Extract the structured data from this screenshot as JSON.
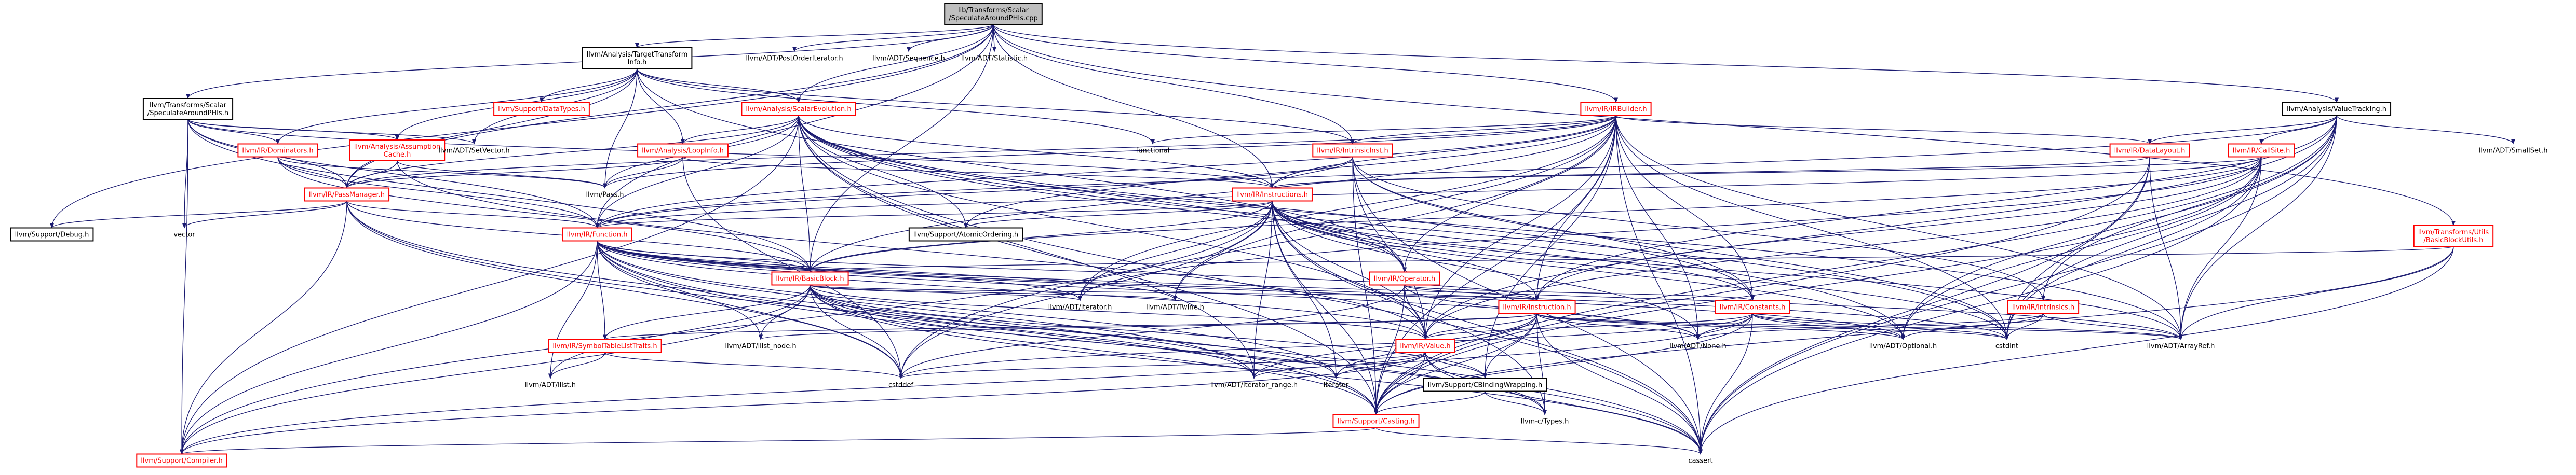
{
  "colors": {
    "edge": "#191970",
    "root_fill": "#bfbfbf",
    "node_fill": "#ffffff",
    "node_border": "#000000",
    "missing_border": "#ff0000",
    "missing_text": "#ff0000",
    "plain_text": "#000000",
    "background": "#ffffff"
  },
  "nodes": [
    {
      "id": "root",
      "lines": [
        "lib/Transforms/Scalar",
        "/SpeculateAroundPHIs.cpp"
      ],
      "style": "root"
    },
    {
      "id": "debug",
      "lines": [
        "llvm/Support/Debug.h"
      ],
      "style": "box"
    },
    {
      "id": "specH",
      "lines": [
        "llvm/Transforms/Scalar",
        "/SpeculateAroundPHIs.h"
      ],
      "style": "box"
    },
    {
      "id": "tti",
      "lines": [
        "llvm/Analysis/TargetTransform",
        "Info.h"
      ],
      "style": "box"
    },
    {
      "id": "postorder",
      "lines": [
        "llvm/ADT/PostOrderIterator.h"
      ],
      "style": "plain"
    },
    {
      "id": "sequence",
      "lines": [
        "llvm/ADT/Sequence.h"
      ],
      "style": "plain"
    },
    {
      "id": "statistic",
      "lines": [
        "llvm/ADT/Statistic.h"
      ],
      "style": "plain"
    },
    {
      "id": "valuetracking",
      "lines": [
        "llvm/Analysis/ValueTracking.h"
      ],
      "style": "box"
    },
    {
      "id": "datatypes",
      "lines": [
        "llvm/Support/DataTypes.h"
      ],
      "style": "missing"
    },
    {
      "id": "scev",
      "lines": [
        "llvm/Analysis/ScalarEvolution.h"
      ],
      "style": "missing"
    },
    {
      "id": "irbuilder",
      "lines": [
        "llvm/IR/IRBuilder.h"
      ],
      "style": "missing"
    },
    {
      "id": "dominators",
      "lines": [
        "llvm/IR/Dominators.h"
      ],
      "style": "missing"
    },
    {
      "id": "assumption",
      "lines": [
        "llvm/Analysis/Assumption",
        "Cache.h"
      ],
      "style": "missing"
    },
    {
      "id": "setvector",
      "lines": [
        "llvm/ADT/SetVector.h"
      ],
      "style": "plain"
    },
    {
      "id": "loopinfo",
      "lines": [
        "llvm/Analysis/LoopInfo.h"
      ],
      "style": "missing"
    },
    {
      "id": "passmanager",
      "lines": [
        "llvm/IR/PassManager.h"
      ],
      "style": "missing"
    },
    {
      "id": "pass",
      "lines": [
        "llvm/Pass.h"
      ],
      "style": "plain"
    },
    {
      "id": "functional",
      "lines": [
        "functional"
      ],
      "style": "plain"
    },
    {
      "id": "intrinsicinst",
      "lines": [
        "llvm/IR/IntrinsicInst.h"
      ],
      "style": "missing"
    },
    {
      "id": "datalayout",
      "lines": [
        "llvm/IR/DataLayout.h"
      ],
      "style": "missing"
    },
    {
      "id": "callsite",
      "lines": [
        "llvm/IR/CallSite.h"
      ],
      "style": "missing"
    },
    {
      "id": "smallset",
      "lines": [
        "llvm/ADT/SmallSet.h"
      ],
      "style": "plain"
    },
    {
      "id": "instructions",
      "lines": [
        "llvm/IR/Instructions.h"
      ],
      "style": "missing"
    },
    {
      "id": "vector",
      "lines": [
        "vector"
      ],
      "style": "plain"
    },
    {
      "id": "function",
      "lines": [
        "llvm/IR/Function.h"
      ],
      "style": "missing"
    },
    {
      "id": "atomic",
      "lines": [
        "llvm/Support/AtomicOrdering.h"
      ],
      "style": "box"
    },
    {
      "id": "basicblockutils",
      "lines": [
        "llvm/Transforms/Utils",
        "/BasicBlockUtils.h"
      ],
      "style": "missing"
    },
    {
      "id": "basicblock",
      "lines": [
        "llvm/IR/BasicBlock.h"
      ],
      "style": "missing"
    },
    {
      "id": "operator",
      "lines": [
        "llvm/IR/Operator.h"
      ],
      "style": "missing"
    },
    {
      "id": "iterator",
      "lines": [
        "llvm/ADT/iterator.h"
      ],
      "style": "plain"
    },
    {
      "id": "twine",
      "lines": [
        "llvm/ADT/Twine.h"
      ],
      "style": "plain"
    },
    {
      "id": "instruction",
      "lines": [
        "llvm/IR/Instruction.h"
      ],
      "style": "missing"
    },
    {
      "id": "constants",
      "lines": [
        "llvm/IR/Constants.h"
      ],
      "style": "missing"
    },
    {
      "id": "intrinsics",
      "lines": [
        "llvm/IR/Intrinsics.h"
      ],
      "style": "missing"
    },
    {
      "id": "symtab",
      "lines": [
        "llvm/IR/SymbolTableListTraits.h"
      ],
      "style": "missing"
    },
    {
      "id": "ilistnode",
      "lines": [
        "llvm/ADT/ilist_node.h"
      ],
      "style": "plain"
    },
    {
      "id": "value",
      "lines": [
        "llvm/IR/Value.h"
      ],
      "style": "missing"
    },
    {
      "id": "none",
      "lines": [
        "llvm/ADT/None.h"
      ],
      "style": "plain"
    },
    {
      "id": "optional",
      "lines": [
        "llvm/ADT/Optional.h"
      ],
      "style": "plain"
    },
    {
      "id": "cstdint",
      "lines": [
        "cstdint"
      ],
      "style": "plain"
    },
    {
      "id": "arrayref",
      "lines": [
        "llvm/ADT/ArrayRef.h"
      ],
      "style": "plain"
    },
    {
      "id": "ilist",
      "lines": [
        "llvm/ADT/ilist.h"
      ],
      "style": "plain"
    },
    {
      "id": "cstddef",
      "lines": [
        "cstddef"
      ],
      "style": "plain"
    },
    {
      "id": "iterrange",
      "lines": [
        "llvm/ADT/iterator_range.h"
      ],
      "style": "plain"
    },
    {
      "id": "stditerator",
      "lines": [
        "iterator"
      ],
      "style": "plain"
    },
    {
      "id": "cbinding",
      "lines": [
        "llvm/Support/CBindingWrapping.h"
      ],
      "style": "box"
    },
    {
      "id": "casting",
      "lines": [
        "llvm/Support/Casting.h"
      ],
      "style": "missing"
    },
    {
      "id": "ctypes",
      "lines": [
        "llvm-c/Types.h"
      ],
      "style": "plain"
    },
    {
      "id": "compiler",
      "lines": [
        "llvm/Support/Compiler.h"
      ],
      "style": "missing"
    },
    {
      "id": "cassert",
      "lines": [
        "cassert"
      ],
      "style": "plain"
    }
  ],
  "edges": [
    [
      "root",
      "debug"
    ],
    [
      "root",
      "specH"
    ],
    [
      "root",
      "tti"
    ],
    [
      "root",
      "postorder"
    ],
    [
      "root",
      "sequence"
    ],
    [
      "root",
      "statistic"
    ],
    [
      "root",
      "valuetracking"
    ],
    [
      "root",
      "irbuilder"
    ],
    [
      "root",
      "basicblockutils"
    ],
    [
      "root",
      "instructions"
    ],
    [
      "root",
      "intrinsicinst"
    ],
    [
      "root",
      "basicblock"
    ],
    [
      "root",
      "function"
    ],
    [
      "root",
      "passmanager"
    ],
    [
      "root",
      "scev"
    ],
    [
      "specH",
      "passmanager"
    ],
    [
      "specH",
      "setvector"
    ],
    [
      "specH",
      "dominators"
    ],
    [
      "specH",
      "assumption"
    ],
    [
      "specH",
      "vector"
    ],
    [
      "specH",
      "compiler"
    ],
    [
      "specH",
      "basicblock"
    ],
    [
      "specH",
      "function"
    ],
    [
      "specH",
      "instructions"
    ],
    [
      "tti",
      "datatypes"
    ],
    [
      "tti",
      "scev"
    ],
    [
      "tti",
      "operator"
    ],
    [
      "tti",
      "pass"
    ],
    [
      "tti",
      "passmanager"
    ],
    [
      "tti",
      "functional"
    ],
    [
      "tti",
      "intrinsicinst"
    ],
    [
      "tti",
      "loopinfo"
    ],
    [
      "tti",
      "dominators"
    ],
    [
      "tti",
      "setvector"
    ],
    [
      "tti",
      "assumption"
    ],
    [
      "scev",
      "loopinfo"
    ],
    [
      "scev",
      "pass"
    ],
    [
      "scev",
      "passmanager"
    ],
    [
      "scev",
      "function"
    ],
    [
      "scev",
      "instructions"
    ],
    [
      "scev",
      "operator"
    ],
    [
      "scev",
      "value"
    ],
    [
      "scev",
      "constants"
    ],
    [
      "scev",
      "optional"
    ],
    [
      "scev",
      "arrayref"
    ],
    [
      "scev",
      "basicblock"
    ],
    [
      "scev",
      "cassert"
    ],
    [
      "scev",
      "casting"
    ],
    [
      "scev",
      "cstdint"
    ],
    [
      "scev",
      "atomic"
    ],
    [
      "scev",
      "compiler"
    ],
    [
      "scev",
      "iterrange"
    ],
    [
      "loopinfo",
      "pass"
    ],
    [
      "loopinfo",
      "passmanager"
    ],
    [
      "loopinfo",
      "instructions"
    ],
    [
      "loopinfo",
      "cstddef"
    ],
    [
      "assumption",
      "pass"
    ],
    [
      "assumption",
      "passmanager"
    ],
    [
      "assumption",
      "value"
    ],
    [
      "dominators",
      "passmanager"
    ],
    [
      "dominators",
      "basicblock"
    ],
    [
      "dominators",
      "function"
    ],
    [
      "dominators",
      "pass"
    ],
    [
      "irbuilder",
      "functional"
    ],
    [
      "irbuilder",
      "intrinsicinst"
    ],
    [
      "irbuilder",
      "datalayout"
    ],
    [
      "irbuilder",
      "instructions"
    ],
    [
      "irbuilder",
      "function"
    ],
    [
      "irbuilder",
      "basicblock"
    ],
    [
      "irbuilder",
      "operator"
    ],
    [
      "irbuilder",
      "instruction"
    ],
    [
      "irbuilder",
      "constants"
    ],
    [
      "irbuilder",
      "value"
    ],
    [
      "irbuilder",
      "casting"
    ],
    [
      "irbuilder",
      "cbinding"
    ],
    [
      "irbuilder",
      "twine"
    ],
    [
      "irbuilder",
      "none"
    ],
    [
      "irbuilder",
      "arrayref"
    ],
    [
      "irbuilder",
      "cstdint"
    ],
    [
      "irbuilder",
      "cassert"
    ],
    [
      "irbuilder",
      "cstddef"
    ],
    [
      "irbuilder",
      "iterator"
    ],
    [
      "irbuilder",
      "atomic"
    ],
    [
      "irbuilder",
      "pass"
    ],
    [
      "irbuilder",
      "passmanager"
    ],
    [
      "valuetracking",
      "smallset"
    ],
    [
      "valuetracking",
      "callsite"
    ],
    [
      "valuetracking",
      "datalayout"
    ],
    [
      "valuetracking",
      "instruction"
    ],
    [
      "valuetracking",
      "intrinsics"
    ],
    [
      "valuetracking",
      "arrayref"
    ],
    [
      "valuetracking",
      "cstdint"
    ],
    [
      "valuetracking",
      "casting"
    ],
    [
      "valuetracking",
      "cassert"
    ],
    [
      "valuetracking",
      "optional"
    ],
    [
      "valuetracking",
      "value"
    ],
    [
      "valuetracking",
      "function"
    ],
    [
      "passmanager",
      "function"
    ],
    [
      "passmanager",
      "basicblock"
    ],
    [
      "passmanager",
      "debug"
    ],
    [
      "passmanager",
      "vector"
    ],
    [
      "passmanager",
      "compiler"
    ],
    [
      "passmanager",
      "cassert"
    ],
    [
      "passmanager",
      "cstddef"
    ],
    [
      "passmanager",
      "casting"
    ],
    [
      "intrinsicinst",
      "instructions"
    ],
    [
      "intrinsicinst",
      "function"
    ],
    [
      "intrinsicinst",
      "intrinsics"
    ],
    [
      "intrinsicinst",
      "constants"
    ],
    [
      "intrinsicinst",
      "value"
    ],
    [
      "intrinsicinst",
      "casting"
    ],
    [
      "intrinsicinst",
      "cassert"
    ],
    [
      "intrinsicinst",
      "cstdint"
    ],
    [
      "datalayout",
      "instructions"
    ],
    [
      "datalayout",
      "arrayref"
    ],
    [
      "datalayout",
      "cstdint"
    ],
    [
      "datalayout",
      "casting"
    ],
    [
      "datalayout",
      "cassert"
    ],
    [
      "callsite",
      "instructions"
    ],
    [
      "callsite",
      "function"
    ],
    [
      "callsite",
      "instruction"
    ],
    [
      "callsite",
      "basicblock"
    ],
    [
      "callsite",
      "value"
    ],
    [
      "callsite",
      "casting"
    ],
    [
      "callsite",
      "cassert"
    ],
    [
      "callsite",
      "optional"
    ],
    [
      "callsite",
      "cstdint"
    ],
    [
      "callsite",
      "iterator"
    ],
    [
      "callsite",
      "arrayref"
    ],
    [
      "basicblockutils",
      "basicblock"
    ],
    [
      "basicblockutils",
      "cassert"
    ],
    [
      "basicblockutils",
      "arrayref"
    ],
    [
      "basicblockutils",
      "casting"
    ],
    [
      "instructions",
      "function"
    ],
    [
      "instructions",
      "basicblock"
    ],
    [
      "instructions",
      "atomic"
    ],
    [
      "instructions",
      "operator"
    ],
    [
      "instructions",
      "instruction"
    ],
    [
      "instructions",
      "constants"
    ],
    [
      "instructions",
      "value"
    ],
    [
      "instructions",
      "iterator"
    ],
    [
      "instructions",
      "twine"
    ],
    [
      "instructions",
      "none"
    ],
    [
      "instructions",
      "optional"
    ],
    [
      "instructions",
      "arrayref"
    ],
    [
      "instructions",
      "cstdint"
    ],
    [
      "instructions",
      "cassert"
    ],
    [
      "instructions",
      "cstddef"
    ],
    [
      "instructions",
      "iterrange"
    ],
    [
      "instructions",
      "stditerator"
    ],
    [
      "instructions",
      "casting"
    ],
    [
      "instructions",
      "ctypes"
    ],
    [
      "instructions",
      "compiler"
    ],
    [
      "function",
      "basicblock"
    ],
    [
      "function",
      "symtab"
    ],
    [
      "function",
      "ilistnode"
    ],
    [
      "function",
      "ilist"
    ],
    [
      "function",
      "iterator"
    ],
    [
      "function",
      "twine"
    ],
    [
      "function",
      "value"
    ],
    [
      "function",
      "casting"
    ],
    [
      "function",
      "compiler"
    ],
    [
      "function",
      "cassert"
    ],
    [
      "function",
      "cstddef"
    ],
    [
      "function",
      "cstdint"
    ],
    [
      "function",
      "iterrange"
    ],
    [
      "function",
      "stditerator"
    ],
    [
      "function",
      "arrayref"
    ],
    [
      "function",
      "none"
    ],
    [
      "function",
      "optional"
    ],
    [
      "function",
      "instruction"
    ],
    [
      "basicblock",
      "instruction"
    ],
    [
      "basicblock",
      "symtab"
    ],
    [
      "basicblock",
      "ilistnode"
    ],
    [
      "basicblock",
      "iterator"
    ],
    [
      "basicblock",
      "twine"
    ],
    [
      "basicblock",
      "value"
    ],
    [
      "basicblock",
      "cbinding"
    ],
    [
      "basicblock",
      "casting"
    ],
    [
      "basicblock",
      "compiler"
    ],
    [
      "basicblock",
      "cassert"
    ],
    [
      "basicblock",
      "cstddef"
    ],
    [
      "basicblock",
      "iterrange"
    ],
    [
      "basicblock",
      "stditerator"
    ],
    [
      "basicblock",
      "ctypes"
    ],
    [
      "basicblock",
      "ilist"
    ],
    [
      "operator",
      "instruction"
    ],
    [
      "operator",
      "constants"
    ],
    [
      "operator",
      "value"
    ],
    [
      "operator",
      "casting"
    ],
    [
      "operator",
      "cstddef"
    ],
    [
      "operator",
      "none"
    ],
    [
      "instruction",
      "symtab"
    ],
    [
      "instruction",
      "ilistnode"
    ],
    [
      "instruction",
      "value"
    ],
    [
      "instruction",
      "none"
    ],
    [
      "instruction",
      "optional"
    ],
    [
      "instruction",
      "arrayref"
    ],
    [
      "instruction",
      "cstdint"
    ],
    [
      "instruction",
      "casting"
    ],
    [
      "instruction",
      "cassert"
    ],
    [
      "instruction",
      "cbinding"
    ],
    [
      "instruction",
      "ctypes"
    ],
    [
      "instruction",
      "iterrange"
    ],
    [
      "instruction",
      "stditerator"
    ],
    [
      "constants",
      "value"
    ],
    [
      "constants",
      "none"
    ],
    [
      "constants",
      "optional"
    ],
    [
      "constants",
      "arrayref"
    ],
    [
      "constants",
      "cstdint"
    ],
    [
      "constants",
      "casting"
    ],
    [
      "constants",
      "cassert"
    ],
    [
      "constants",
      "cstddef"
    ],
    [
      "constants",
      "compiler"
    ],
    [
      "intrinsics",
      "none"
    ],
    [
      "intrinsics",
      "optional"
    ],
    [
      "intrinsics",
      "arrayref"
    ],
    [
      "intrinsics",
      "cstdint"
    ],
    [
      "symtab",
      "ilist"
    ],
    [
      "symtab",
      "cstddef"
    ],
    [
      "value",
      "iterrange"
    ],
    [
      "value",
      "cbinding"
    ],
    [
      "value",
      "casting"
    ],
    [
      "value",
      "ctypes"
    ],
    [
      "value",
      "compiler"
    ],
    [
      "value",
      "cassert"
    ],
    [
      "value",
      "stditerator"
    ],
    [
      "value",
      "cstddef"
    ],
    [
      "cbinding",
      "casting"
    ],
    [
      "cbinding",
      "ctypes"
    ],
    [
      "casting",
      "compiler"
    ],
    [
      "casting",
      "cassert"
    ]
  ]
}
